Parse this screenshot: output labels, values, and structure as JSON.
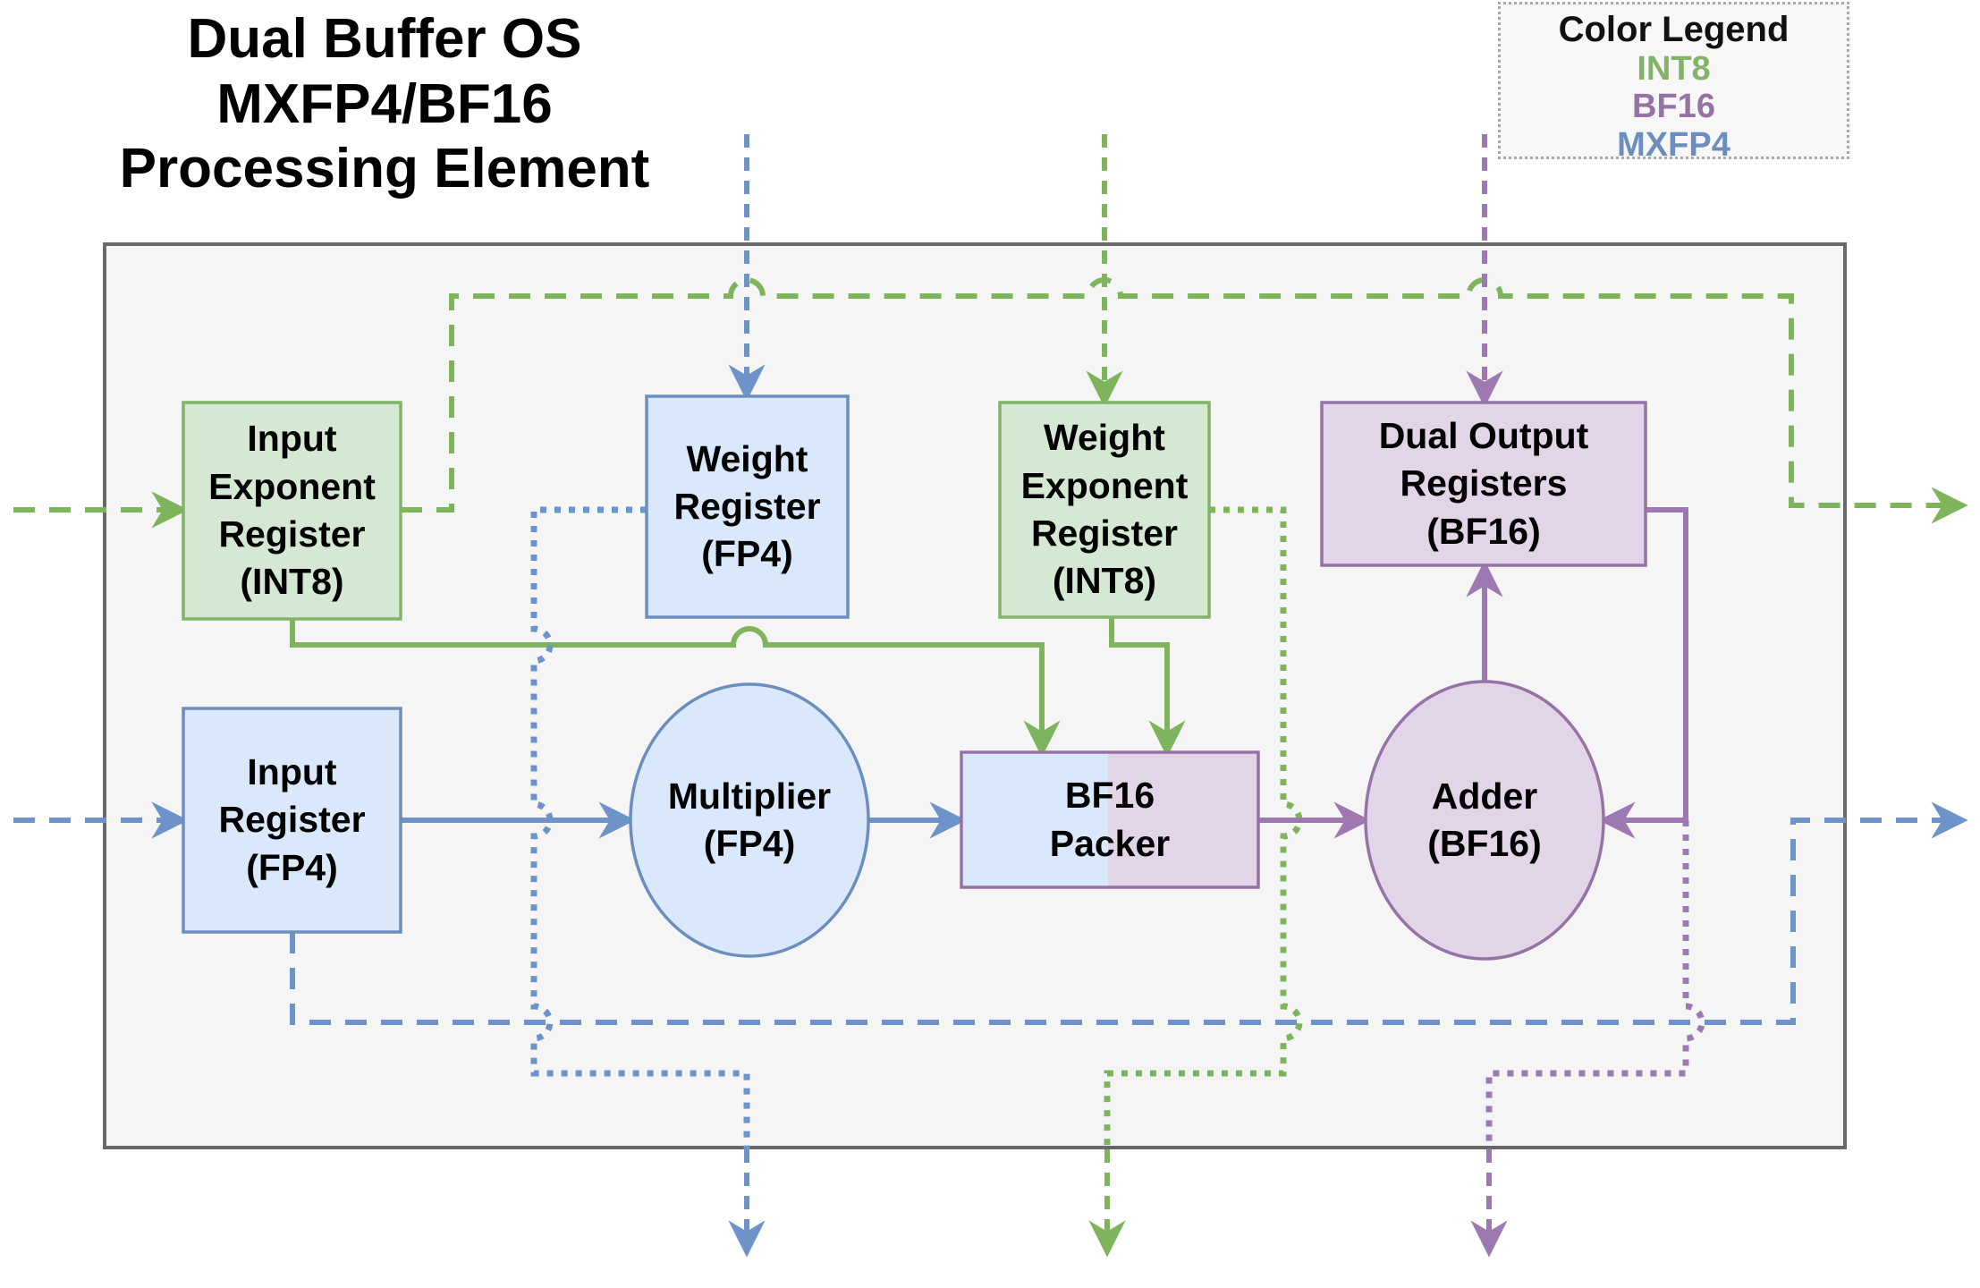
{
  "title": "Dual Buffer OS\nMXFP4/BF16\nProcessing Element",
  "legend": {
    "title": "Color Legend",
    "items": [
      {
        "label": "INT8",
        "color": "#82b366"
      },
      {
        "label": "BF16",
        "color": "#9673a6"
      },
      {
        "label": "MXFP4",
        "color": "#6c8ebf"
      }
    ]
  },
  "colors": {
    "int8_stroke": "#82b366",
    "int8_fill": "#d5e8d4",
    "int8_line": "#7eb45c",
    "bf16_stroke": "#9673a6",
    "bf16_fill": "#e1d5e7",
    "bf16_line": "#9e79b1",
    "mxfp4_stroke": "#6c8ebf",
    "mxfp4_fill": "#dae8fc",
    "mxfp4_line": "#6d93c8",
    "container_fill": "#f5f5f5",
    "container_stroke": "#686868"
  },
  "nodes": {
    "input_exponent_register": {
      "label": "Input\nExponent\nRegister\n(INT8)",
      "format": "INT8"
    },
    "weight_register": {
      "label": "Weight\nRegister\n(FP4)",
      "format": "MXFP4"
    },
    "weight_exponent_register": {
      "label": "Weight\nExponent\nRegister\n(INT8)",
      "format": "INT8"
    },
    "dual_output_registers": {
      "label": "Dual Output\nRegisters\n(BF16)",
      "format": "BF16"
    },
    "input_register": {
      "label": "Input\nRegister\n(FP4)",
      "format": "MXFP4"
    },
    "multiplier": {
      "label": "Multiplier\n(FP4)",
      "format": "MXFP4"
    },
    "bf16_packer": {
      "label": "BF16\nPacker",
      "format": "MXFP4+BF16"
    },
    "adder": {
      "label": "Adder\n(BF16)",
      "format": "BF16"
    }
  }
}
